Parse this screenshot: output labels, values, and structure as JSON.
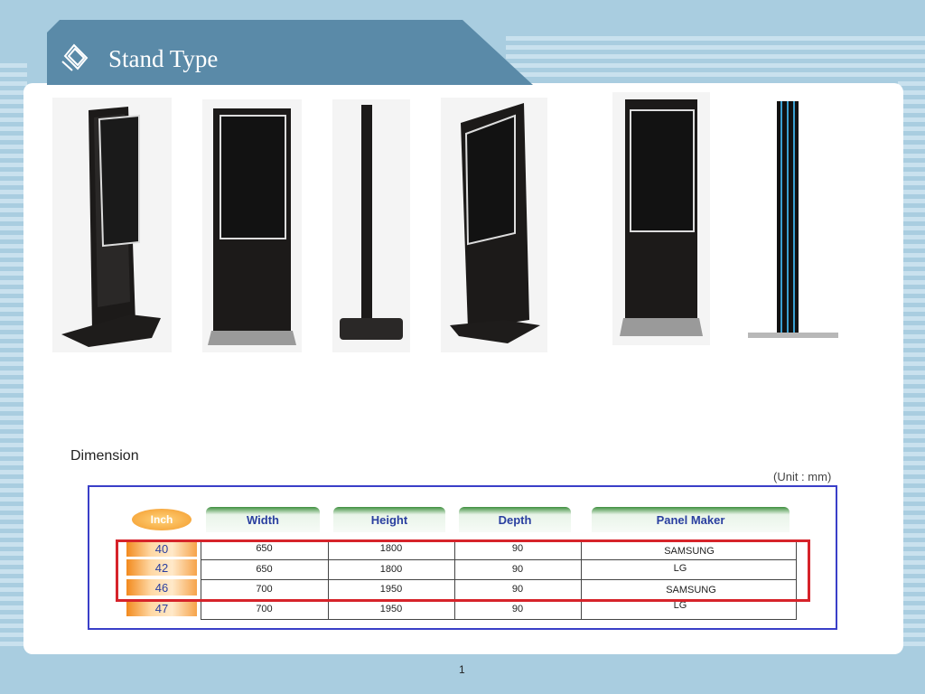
{
  "slide": {
    "title": "Stand Type",
    "page_number": "1"
  },
  "photos": [
    {
      "name": "stand-photo-angled-left"
    },
    {
      "name": "stand-photo-front"
    },
    {
      "name": "stand-photo-side"
    },
    {
      "name": "stand-photo-angled-right"
    },
    {
      "name": "stand-photo-front-silver-base"
    },
    {
      "name": "stand-photo-side-profile"
    }
  ],
  "dimension": {
    "heading": "Dimension",
    "unit": "(Unit : mm)",
    "columns": {
      "inch": "Inch",
      "width": "Width",
      "height": "Height",
      "depth": "Depth",
      "panel_maker": "Panel Maker"
    },
    "rows": [
      {
        "inch": "40",
        "width": "650",
        "height": "1800",
        "depth": "90",
        "panel_maker": "SAMSUNG"
      },
      {
        "inch": "42",
        "width": "650",
        "height": "1800",
        "depth": "90",
        "panel_maker": "LG"
      },
      {
        "inch": "46",
        "width": "700",
        "height": "1950",
        "depth": "90",
        "panel_maker": "SAMSUNG"
      },
      {
        "inch": "47",
        "width": "700",
        "height": "1950",
        "depth": "90",
        "panel_maker": "LG"
      }
    ]
  },
  "colors": {
    "background": "#a9cde0",
    "title_tab": "#5a8aa8",
    "table_border": "#3a3fc8",
    "highlight": "#d6232a",
    "header_green": "#3e8f3e",
    "inch_orange": "#f39a2a"
  }
}
